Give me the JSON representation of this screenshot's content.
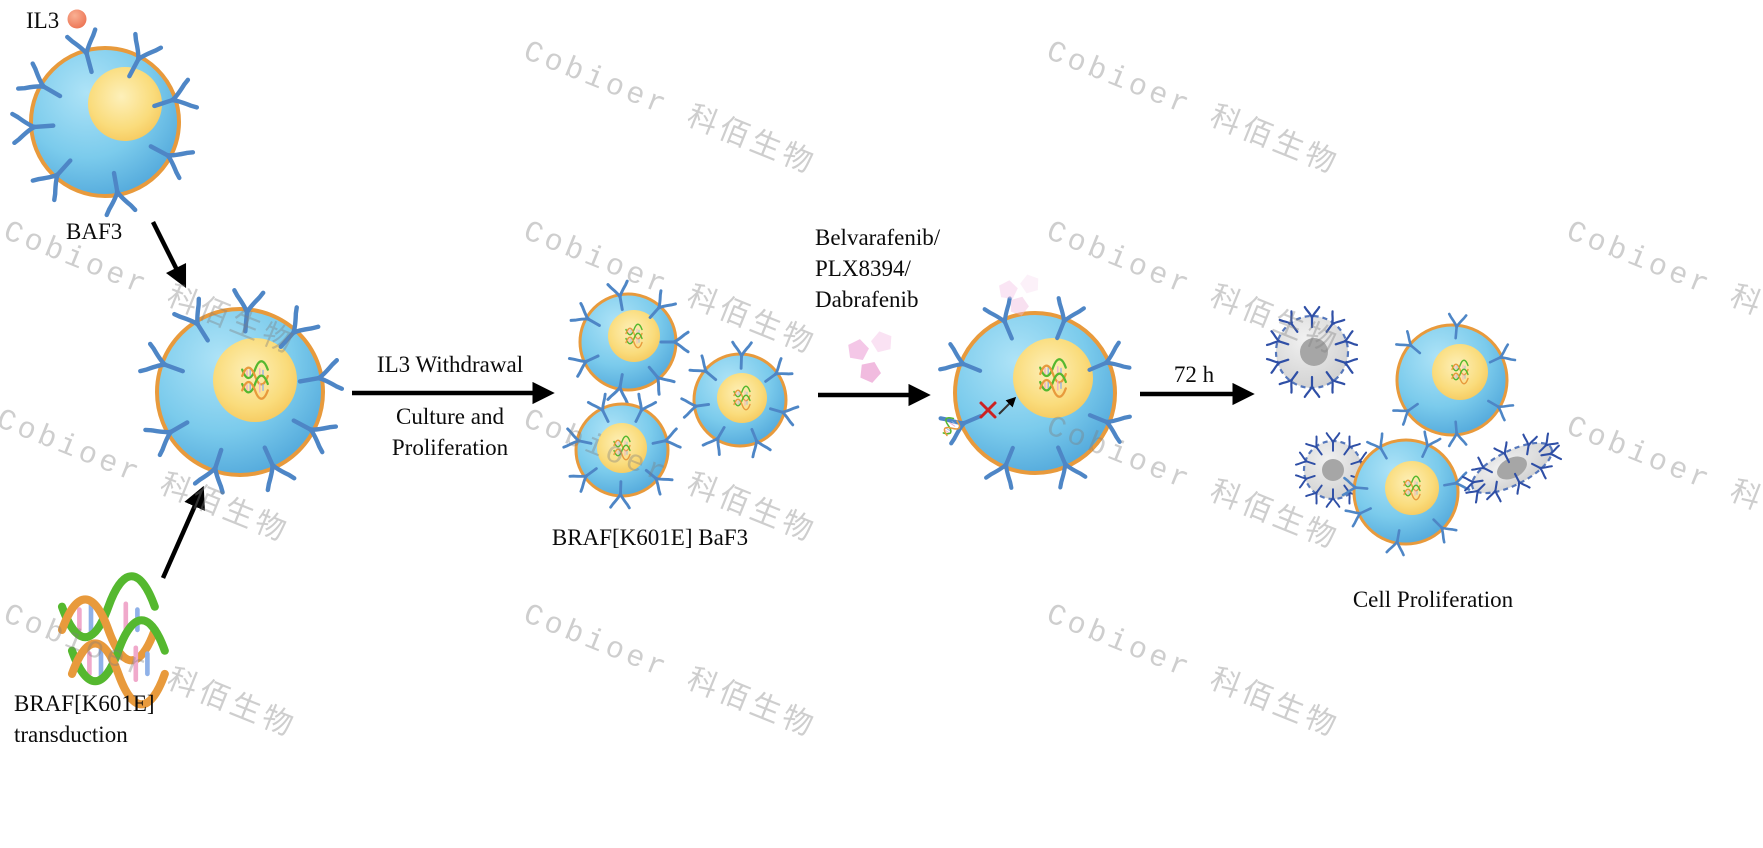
{
  "watermark": {
    "text": "Cobioer 科佰生物"
  },
  "labels": {
    "il3": "IL3",
    "baf3": "BAF3",
    "withdrawal": "IL3 Withdrawal",
    "culture_line1": "Culture and",
    "culture_line2": "Proliferation",
    "braf_baf3": "BRAF[K601E] BaF3",
    "drug_line1": "Belvarafenib/",
    "drug_line2": "PLX8394/",
    "drug_line3": "Dabrafenib",
    "duration": "72 h",
    "transduction_line1": "BRAF[K601E]",
    "transduction_line2": "transduction",
    "proliferation": "Cell Proliferation"
  },
  "colors": {
    "membrane_orange": "#E89A3C",
    "cell_body_blue": "#6FC4E9",
    "nucleus_yellow": "#F8D97E",
    "receptor_blue": "#4E86C6",
    "receptor_navy": "#2F4FA6",
    "il3_ligand_orange": "#EE7757",
    "dna_green": "#55B82F",
    "dna_orange": "#E89A3C",
    "drug_pink": "#F5CBE9",
    "arrow_black": "#000000",
    "inhibition_red": "#CC2222",
    "dying_cell_gray": "#D9D9D9"
  }
}
